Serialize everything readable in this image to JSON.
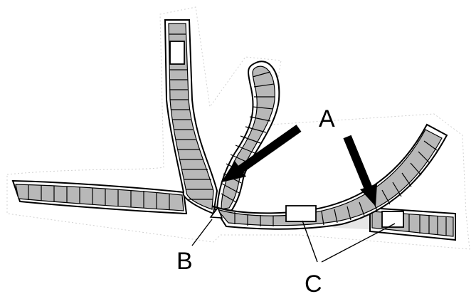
{
  "labels": {
    "a": "A",
    "b": "B",
    "c": "C"
  },
  "colors": {
    "cell": "#b8b8b8",
    "sheath": "#ffffff",
    "outline": "#000000",
    "gap": "#e6e6e6",
    "halo": "#d0d0d0"
  }
}
